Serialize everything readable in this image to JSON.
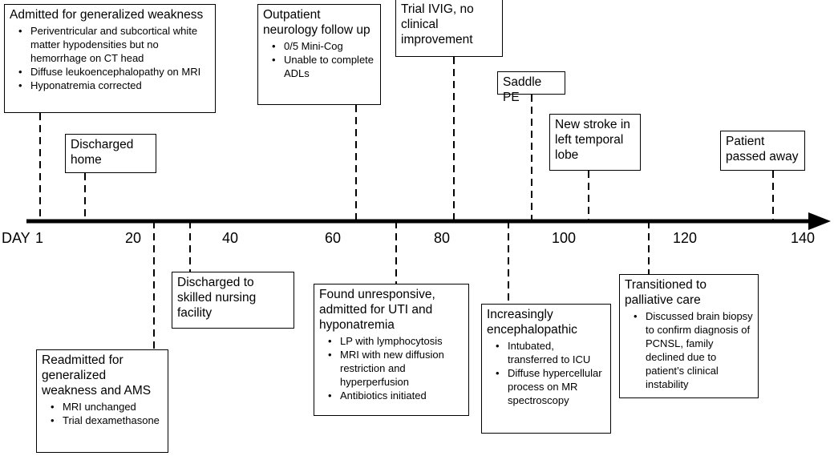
{
  "axis": {
    "prefix": "DAY",
    "ticks": [
      "1",
      "20",
      "40",
      "60",
      "80",
      "100",
      "120",
      "140"
    ]
  },
  "events_above": [
    {
      "title": "Admitted for generalized weakness",
      "bullets": [
        "Periventricular and subcortical white matter hypodensities but no hemorrhage on CT head",
        "Diffuse leukoencephalopathy on MRI",
        "Hyponatremia corrected"
      ]
    },
    {
      "title": "Discharged home",
      "bullets": []
    },
    {
      "title": "Outpatient neurology follow up",
      "bullets": [
        "0/5 Mini-Cog",
        "Unable to complete ADLs"
      ]
    },
    {
      "title": "Trial IVIG, no clinical improvement",
      "bullets": []
    },
    {
      "title": "Saddle PE",
      "bullets": []
    },
    {
      "title": "New stroke in left temporal lobe",
      "bullets": []
    },
    {
      "title": "Patient passed away",
      "bullets": []
    }
  ],
  "events_below": [
    {
      "title": "Readmitted for generalized weakness and AMS",
      "bullets": [
        "MRI unchanged",
        "Trial dexamethasone"
      ]
    },
    {
      "title": "Discharged to skilled nursing facility",
      "bullets": []
    },
    {
      "title": "Found unresponsive, admitted for UTI and hyponatremia",
      "bullets": [
        "LP with lymphocytosis",
        "MRI with new diffusion restriction and hyperperfusion",
        "Antibiotics initiated"
      ]
    },
    {
      "title": "Increasingly encephalopathic",
      "bullets": [
        "Intubated, transferred to ICU",
        "Diffuse hypercellular process on MR spectroscopy"
      ]
    },
    {
      "title": "Transitioned to palliative care",
      "bullets": [
        "Discussed brain biopsy to confirm diagnosis of PCNSL, family declined due to patient’s clinical instability"
      ]
    }
  ]
}
